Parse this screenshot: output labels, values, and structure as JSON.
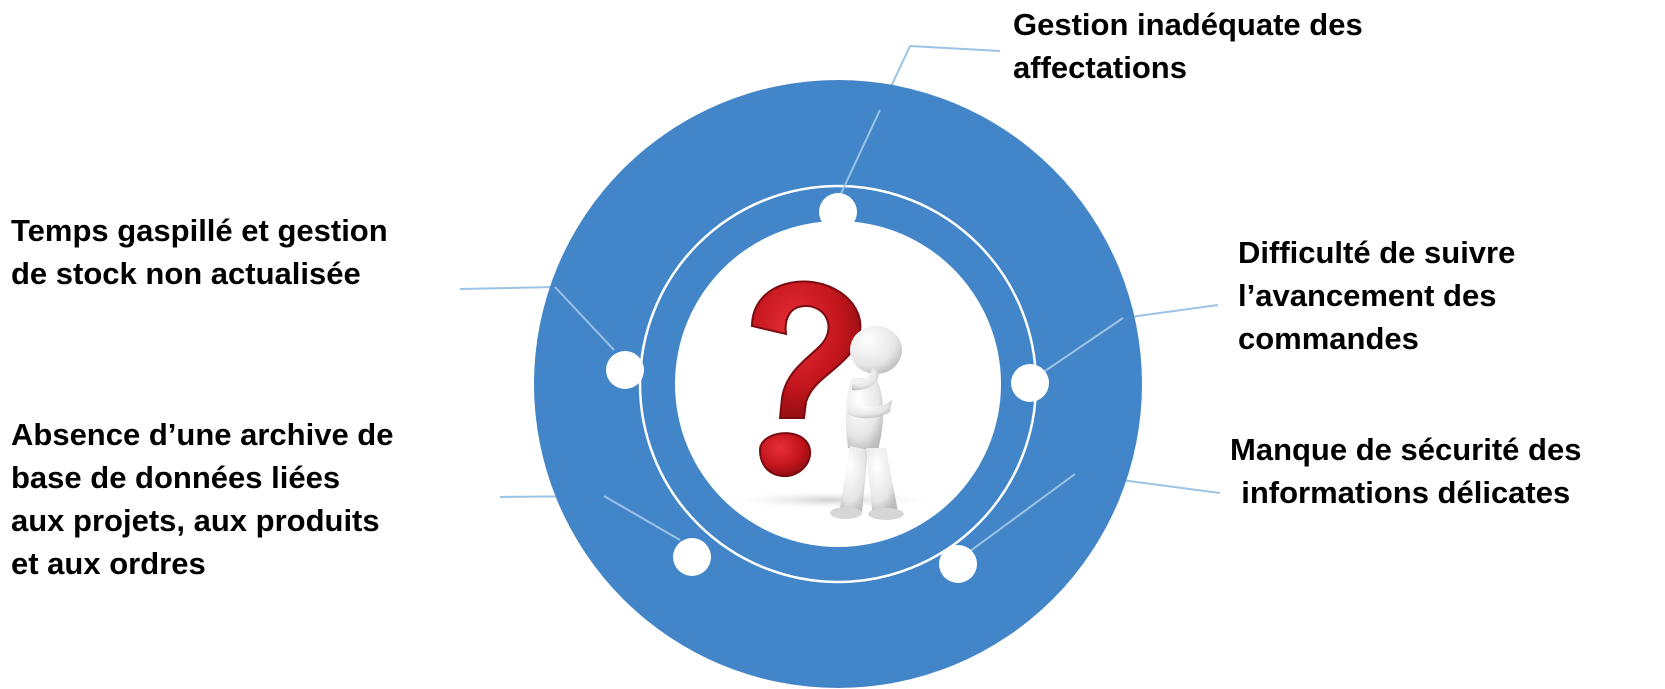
{
  "center_icon": "question-mark-thinking-person-icon",
  "colors": {
    "ring": "#4285c8",
    "connector": "#9cc3e6",
    "node": "#ffffff",
    "question_mark": "#c4151c",
    "figure": "#e8e8e8"
  },
  "labels": {
    "top": [
      "Gestion inadéquate des",
      "affectations"
    ],
    "left_upper": [
      "Temps gaspillé et gestion",
      "de stock non actualisée"
    ],
    "left_lower": [
      "Absence d’une archive de",
      "base de données liées",
      "aux projets, aux produits",
      "et aux ordres"
    ],
    "right_upper": [
      "Difficulté de suivre",
      "l’avancement des",
      "commandes"
    ],
    "right_lower": [
      "Manque de sécurité des",
      "informations délicates"
    ]
  }
}
